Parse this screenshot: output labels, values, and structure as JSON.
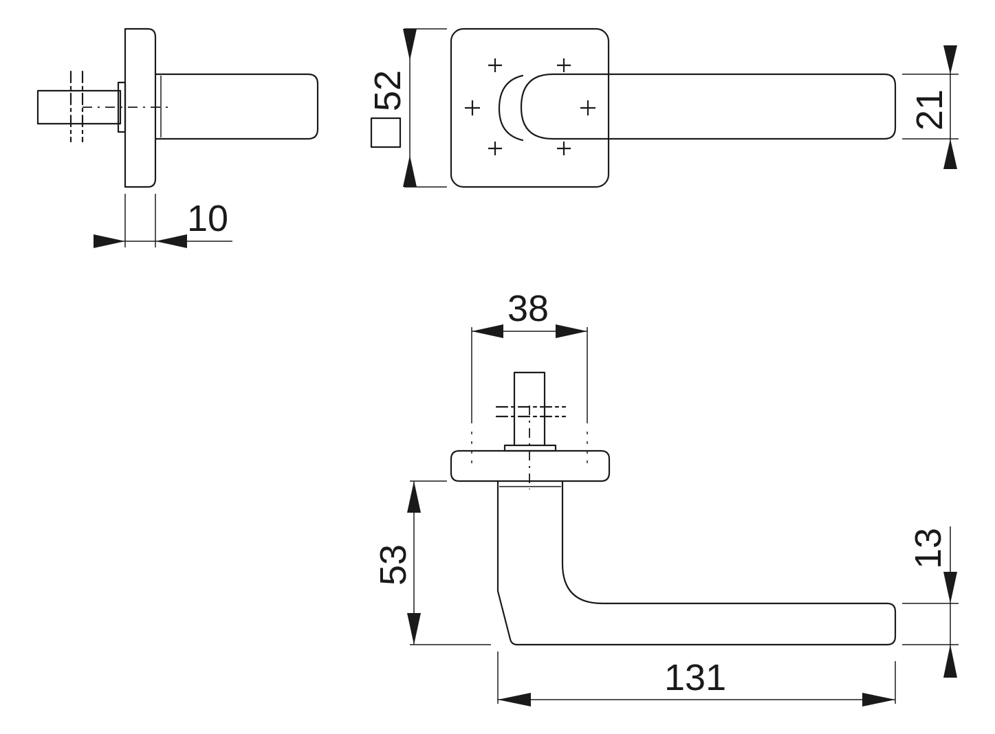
{
  "dimensions": {
    "rose_thickness": "10",
    "rose_size": "52",
    "lever_width": "21",
    "spindle_spacing": "38",
    "lever_height": "53",
    "lever_length": "131",
    "lever_offset": "13"
  },
  "symbols": {
    "square_symbol": "square-section-icon"
  }
}
